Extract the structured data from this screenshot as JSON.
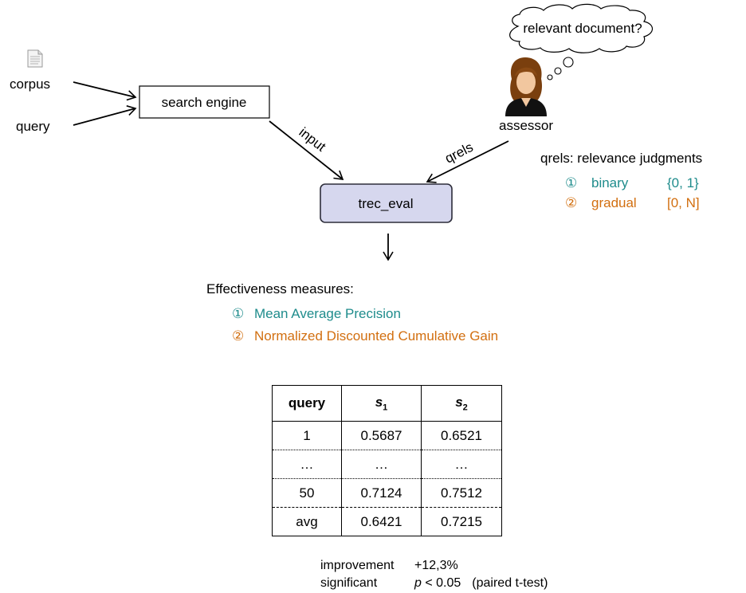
{
  "inputs": {
    "corpus_label": "corpus",
    "query_label": "query"
  },
  "nodes": {
    "search_engine": "search engine",
    "trec_eval": "trec_eval",
    "assessor": "assessor"
  },
  "thought_bubble": "relevant document?",
  "edge_labels": {
    "input": "input",
    "qrels": "qrels"
  },
  "qrels_info": {
    "title": "qrels: relevance judgments",
    "items": [
      {
        "marker": "①",
        "name": "binary",
        "range": "{0, 1}",
        "color": "#1f8c8c"
      },
      {
        "marker": "②",
        "name": "gradual",
        "range": "[0, N]",
        "color": "#d26f10"
      }
    ]
  },
  "measures": {
    "title": "Effectiveness measures:",
    "items": [
      {
        "marker": "①",
        "label": "Mean Average Precision",
        "color": "#1f8c8c"
      },
      {
        "marker": "②",
        "label": "Normalized Discounted Cumulative Gain",
        "color": "#d26f10"
      }
    ]
  },
  "table": {
    "headers": [
      "query",
      "s",
      "1",
      "s",
      "2"
    ],
    "rows": [
      [
        "1",
        "0.5687",
        "0.6521"
      ],
      [
        "…",
        "…",
        "…"
      ],
      [
        "50",
        "0.7124",
        "0.7512"
      ],
      [
        "avg",
        "0.6421",
        "0.7215"
      ]
    ]
  },
  "stats": {
    "improvement_label": "improvement",
    "improvement_value": "+12,3%",
    "significant_label": "significant",
    "p_symbol": "p",
    "p_value": " < 0.05",
    "test": "(paired t-test)"
  },
  "colors": {
    "box_fill": "#d6d7ee",
    "box_stroke": "#2d2d3a",
    "teal": "#1f8c8c",
    "orange": "#d26f10"
  }
}
